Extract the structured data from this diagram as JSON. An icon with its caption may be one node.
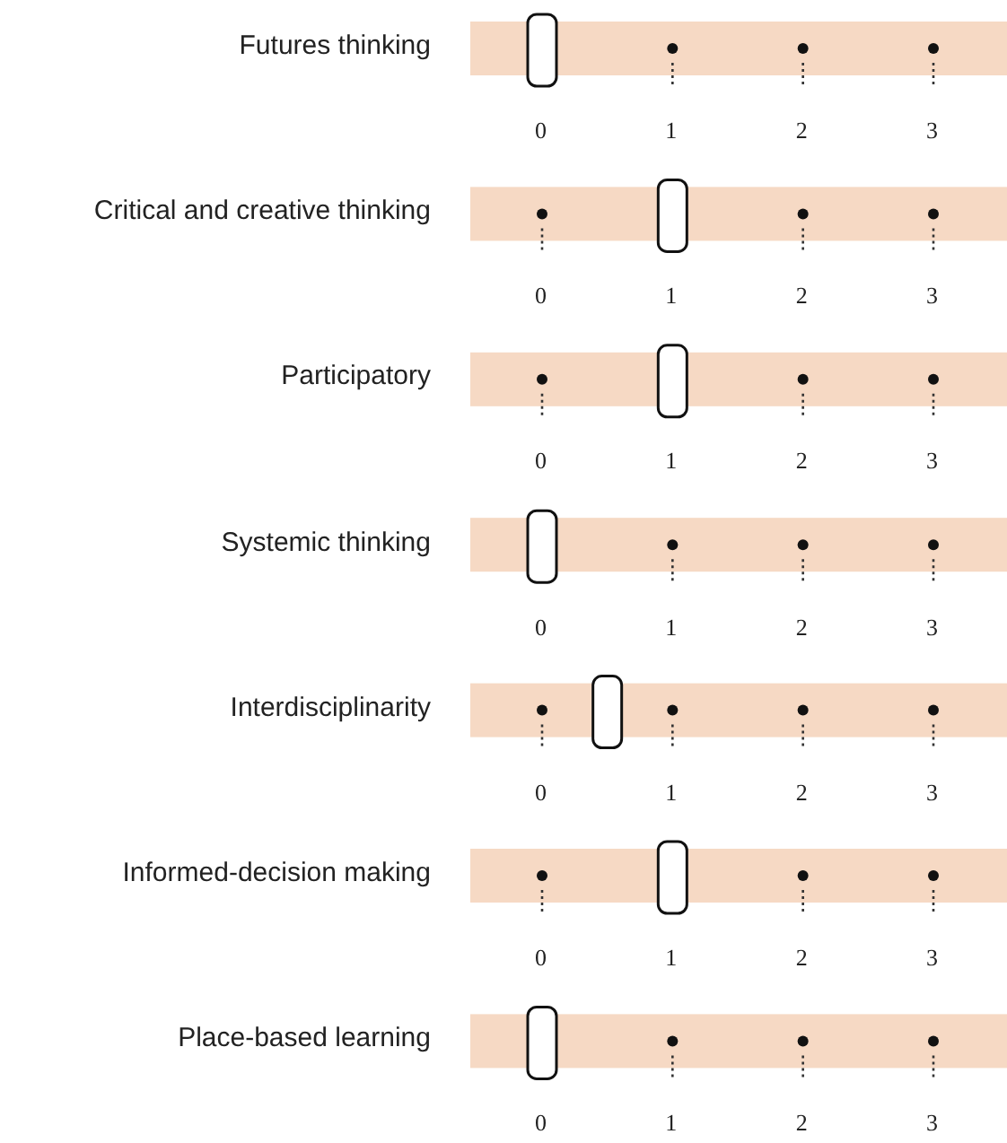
{
  "diagram": {
    "labels": [
      "Futures thinking",
      "0",
      "1",
      "2",
      "3",
      "Critical and creative thinking",
      "0",
      "1",
      "2",
      "3",
      "Participatory",
      "0",
      "1",
      "2",
      "3",
      "Systemic thinking",
      "0",
      "1",
      "2",
      "3",
      "Interdisciplinarity",
      "0",
      "1",
      "2",
      "3",
      "Informed-decision making",
      "0",
      "1",
      "2",
      "3",
      "Place-based learning",
      "0",
      "1",
      "2",
      "3"
    ]
  }
}
